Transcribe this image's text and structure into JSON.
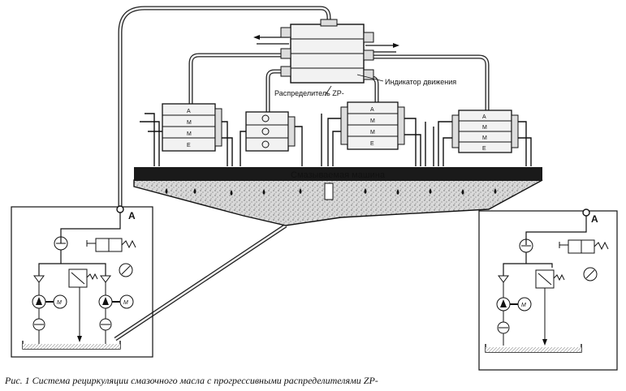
{
  "diagram": {
    "machine_label": "Смазываемая машина",
    "distributor_label": "Распределитель ZP-",
    "indicator_label": "Индикатор движения",
    "point_a_left": "A",
    "point_a_right": "A",
    "block_letters": [
      "A",
      "M",
      "M",
      "E"
    ],
    "motor_letter": "M",
    "caption": "Рис. 1 Система рециркуляции смазочного масла с прогрессивными распределителями ZP-"
  }
}
